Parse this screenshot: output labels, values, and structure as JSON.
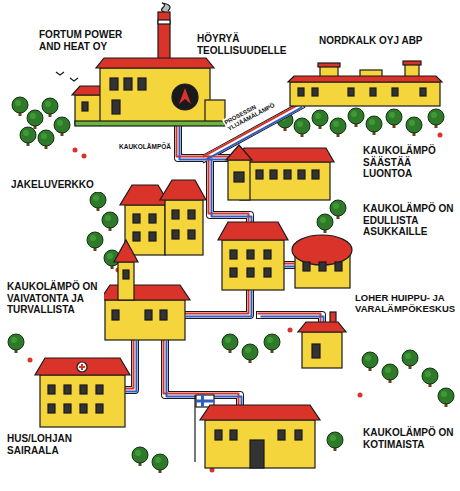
{
  "diagram": {
    "labels": [
      "FORTUM POWER AND HEAT OY",
      "HÖYRYÄ TEOLLISUUDELLE",
      "NORDKALK OYJ ABP",
      "PROSESSIN YLIJÄÄMÄLÄMPÖ",
      "KAUKOLÄMPÖÄ",
      "JAKELUVERKKO",
      "KAUKOLÄMPÖ SÄÄSTÄÄ LUONTOA",
      "KAUKOLÄMPÖ ON EDULLISTA ASUKKAILLE",
      "KAUKOLÄMPÖ ON VAIVATONTA JA TURVALLISTA",
      "LOHER HUIPPU- JA VARALÄMPÖKESKUS",
      "HUS/LOHJAN SAIRAALA",
      "KAUKOLÄMPÖ ON KOTIMAISTA"
    ]
  }
}
